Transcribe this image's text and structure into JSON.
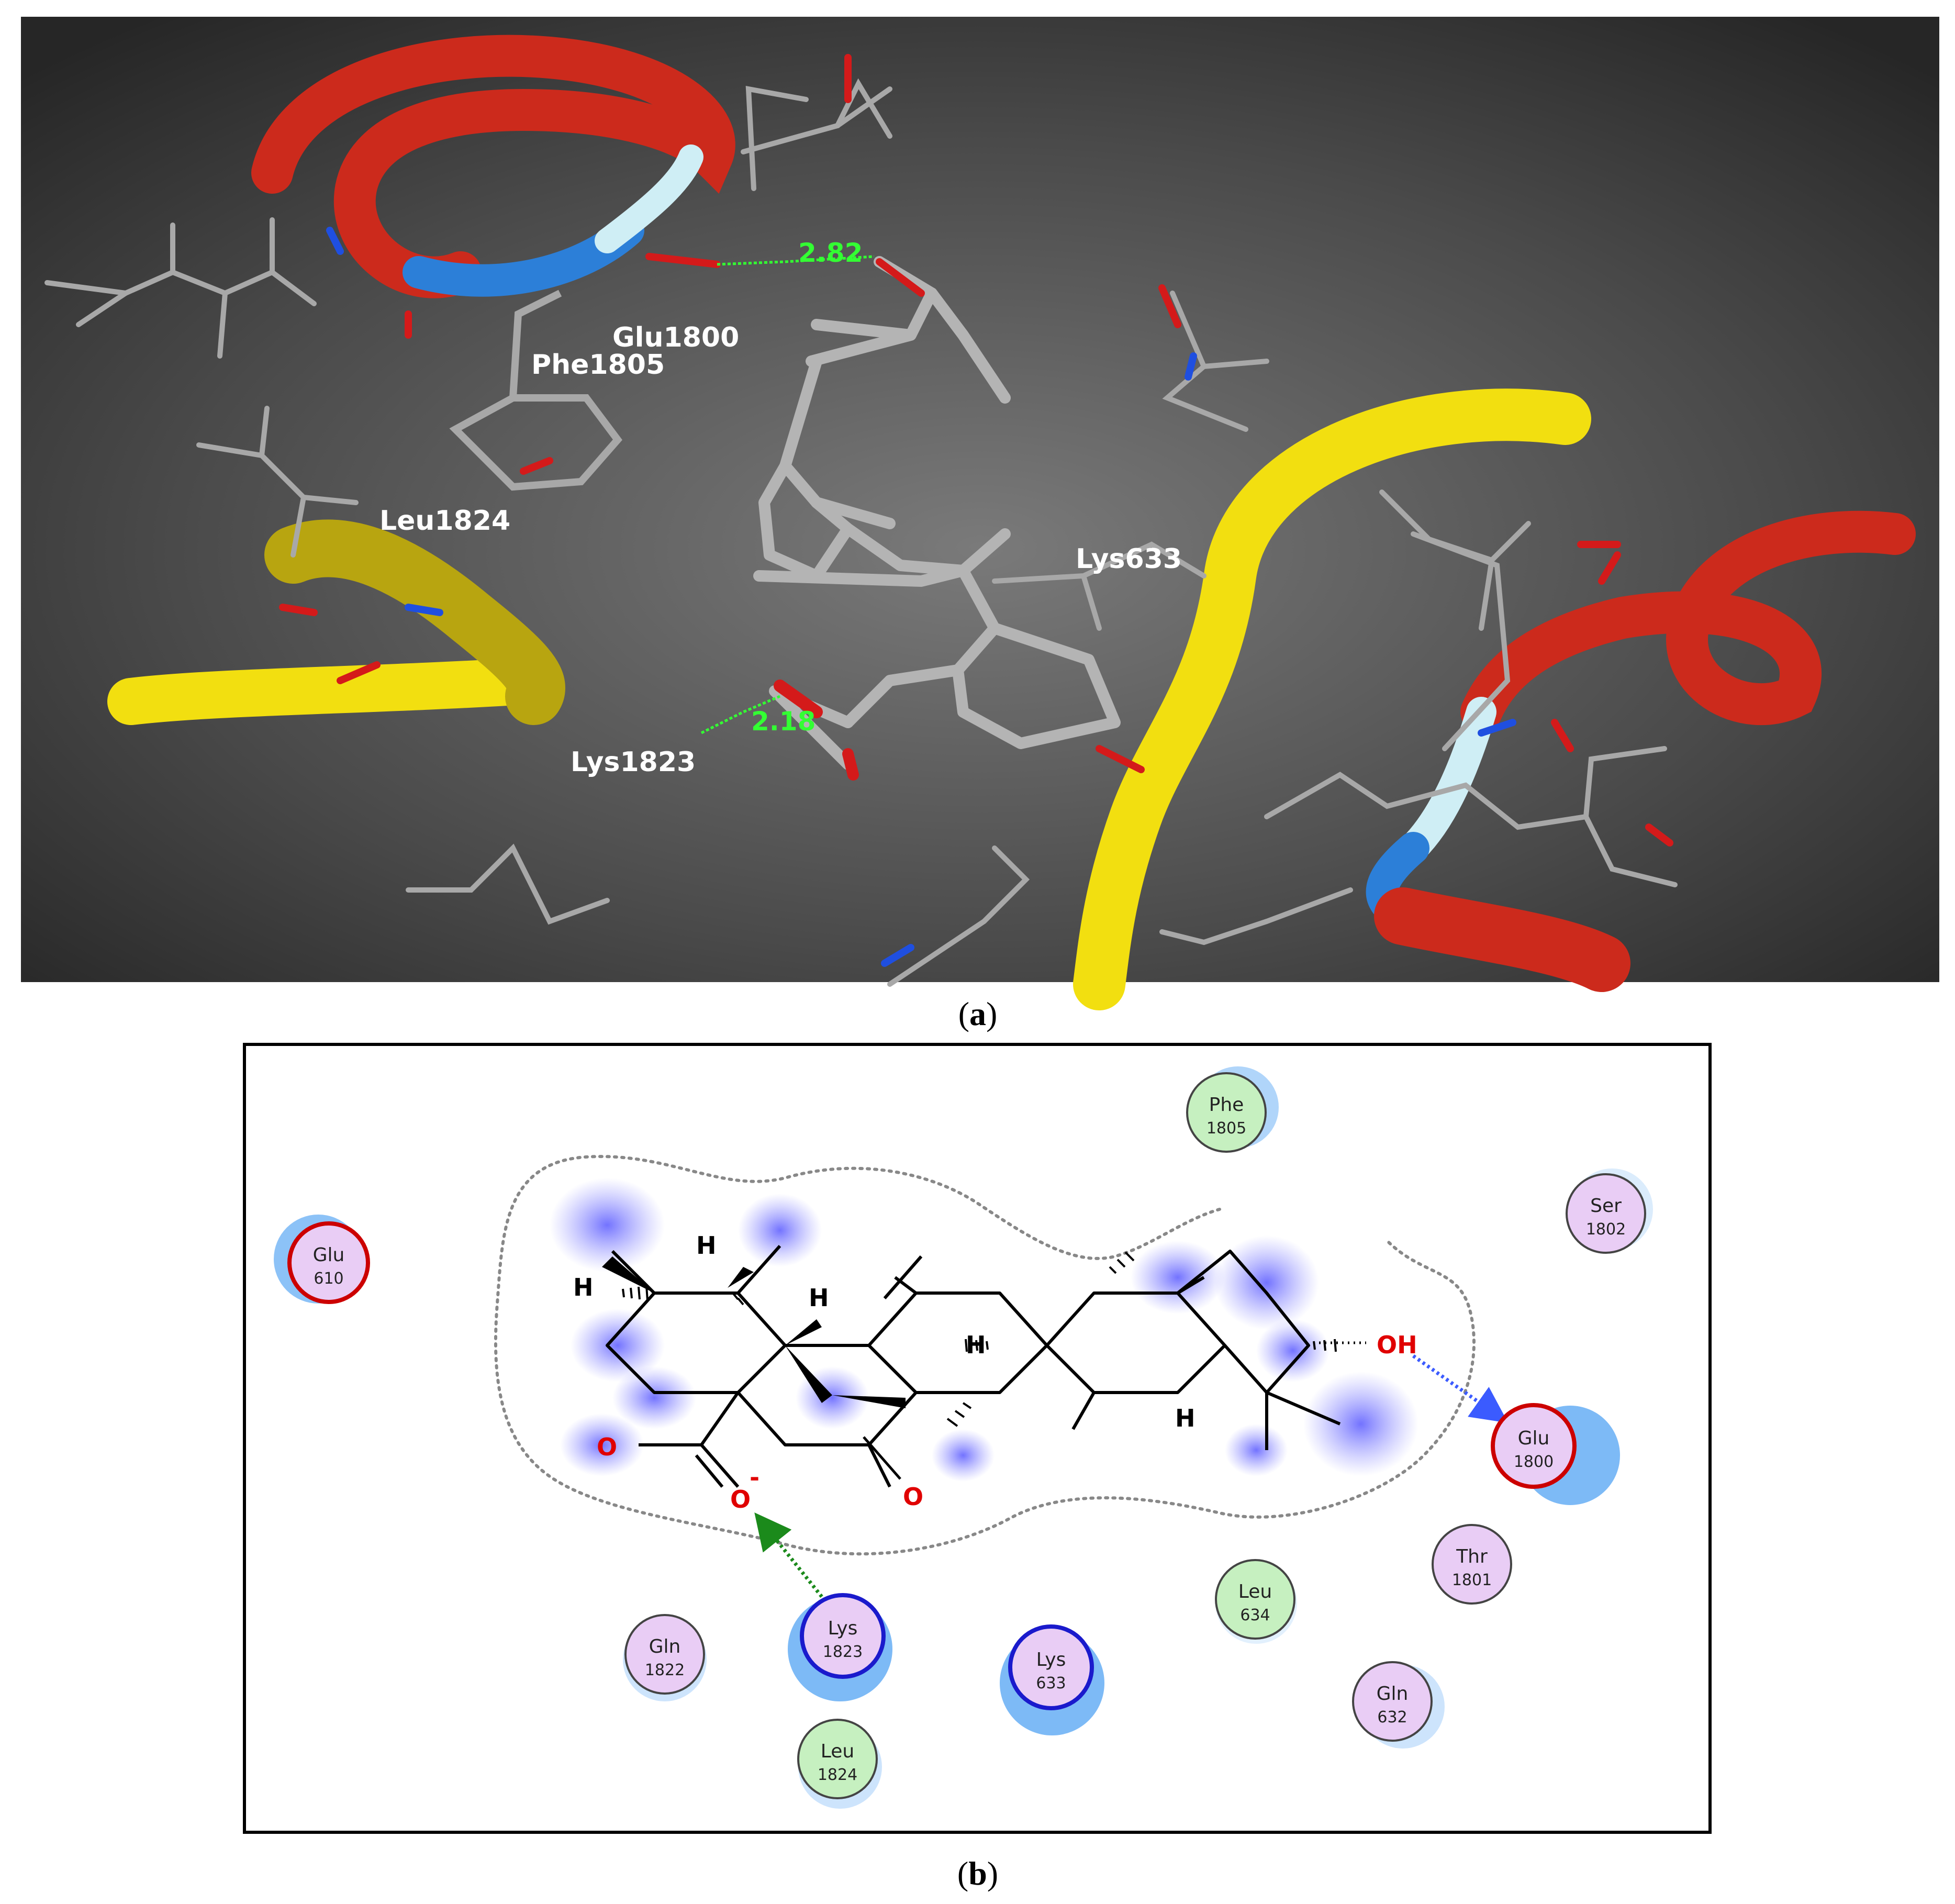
{
  "panel_a": {
    "caption": {
      "open": "(",
      "letter": "a",
      "close": ")"
    },
    "residue_labels": [
      "Glu1800",
      "Phe1805",
      "Leu1824",
      "Lys633",
      "Lys1823"
    ],
    "hbond_distances": [
      "2.82",
      "2.18"
    ],
    "colors": {
      "background": "#3b3b3b",
      "helix": "#cc2a1c",
      "strand": "#f2df10",
      "coil_blue": "#2c7fd8",
      "coil_light": "#cfeef5",
      "stick": "#9a9a9a",
      "hbond": "#33ff33",
      "oxygen": "#d41a1a",
      "nitrogen": "#1f4fe0"
    }
  },
  "panel_b": {
    "caption": {
      "open": "(",
      "letter": "b",
      "close": ")"
    },
    "residues": [
      {
        "name": "Phe",
        "number": "1805",
        "type": "hydrophobic"
      },
      {
        "name": "Ser",
        "number": "1802",
        "type": "polar"
      },
      {
        "name": "Glu",
        "number": "610",
        "type": "negative"
      },
      {
        "name": "Glu",
        "number": "1800",
        "type": "negative"
      },
      {
        "name": "Thr",
        "number": "1801",
        "type": "polar"
      },
      {
        "name": "Leu",
        "number": "634",
        "type": "hydrophobic"
      },
      {
        "name": "Gln",
        "number": "1822",
        "type": "polar"
      },
      {
        "name": "Lys",
        "number": "1823",
        "type": "positive"
      },
      {
        "name": "Lys",
        "number": "633",
        "type": "positive"
      },
      {
        "name": "Gln",
        "number": "632",
        "type": "polar"
      },
      {
        "name": "Leu",
        "number": "1824",
        "type": "hydrophobic"
      }
    ],
    "atom_labels": {
      "hydrogen": "H",
      "hydroxyl": "OH",
      "oxygen": "O",
      "carboxylate": "O",
      "charge": "-"
    },
    "colors": {
      "hydrophobic": "#c6f0c0",
      "polar": "#e9cdf5",
      "negative_ring": "#cc0000",
      "positive_ring": "#1a1acc",
      "exposure": "#6fb3f5",
      "hbond_sidechain": "#1b8a1b",
      "hbond_backbone": "#3b5bff",
      "ligand_exposure": "#7070ff"
    }
  }
}
